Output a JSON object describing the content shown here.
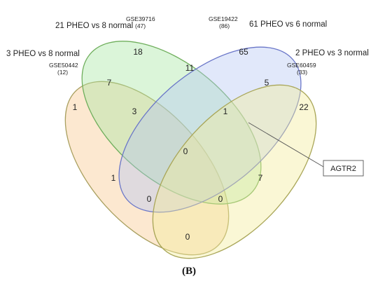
{
  "sets": [
    {
      "key": "a",
      "label": "3 PHEO vs 8 normal",
      "gse": "GSE50442",
      "size": "(12)",
      "color": "#f5a048",
      "fill": "#f8c98e",
      "stroke": "#a9a060"
    },
    {
      "key": "b",
      "label": "21 PHEO vs 8 normal",
      "gse": "GSE39716",
      "size": "(47)",
      "color": "#6fd66f",
      "fill": "#a6e6a0",
      "stroke": "#6fae5c"
    },
    {
      "key": "c",
      "label": "61 PHEO vs 6 normal",
      "gse": "GSE19422",
      "size": "(86)",
      "color": "#5a86e0",
      "fill": "#b4c6f2",
      "stroke": "#6a76c8"
    },
    {
      "key": "d",
      "label": "2 PHEO vs 3 normal",
      "gse": "GSE60459",
      "size": "(33)",
      "color": "#e8d24a",
      "fill": "#f3ec9a",
      "stroke": "#a9a658"
    }
  ],
  "counts": {
    "a_only": "1",
    "b_only": "18",
    "c_only": "65",
    "d_only": "22",
    "ab": "7",
    "bc": "11",
    "cd": "5",
    "abc": "3",
    "bcd": "1",
    "abcd": "0",
    "ac": "1",
    "abd": "0",
    "acd": "0",
    "bd": "7",
    "ad": "0"
  },
  "callout": {
    "label": "AGTR2"
  },
  "panel_label": "(B)"
}
